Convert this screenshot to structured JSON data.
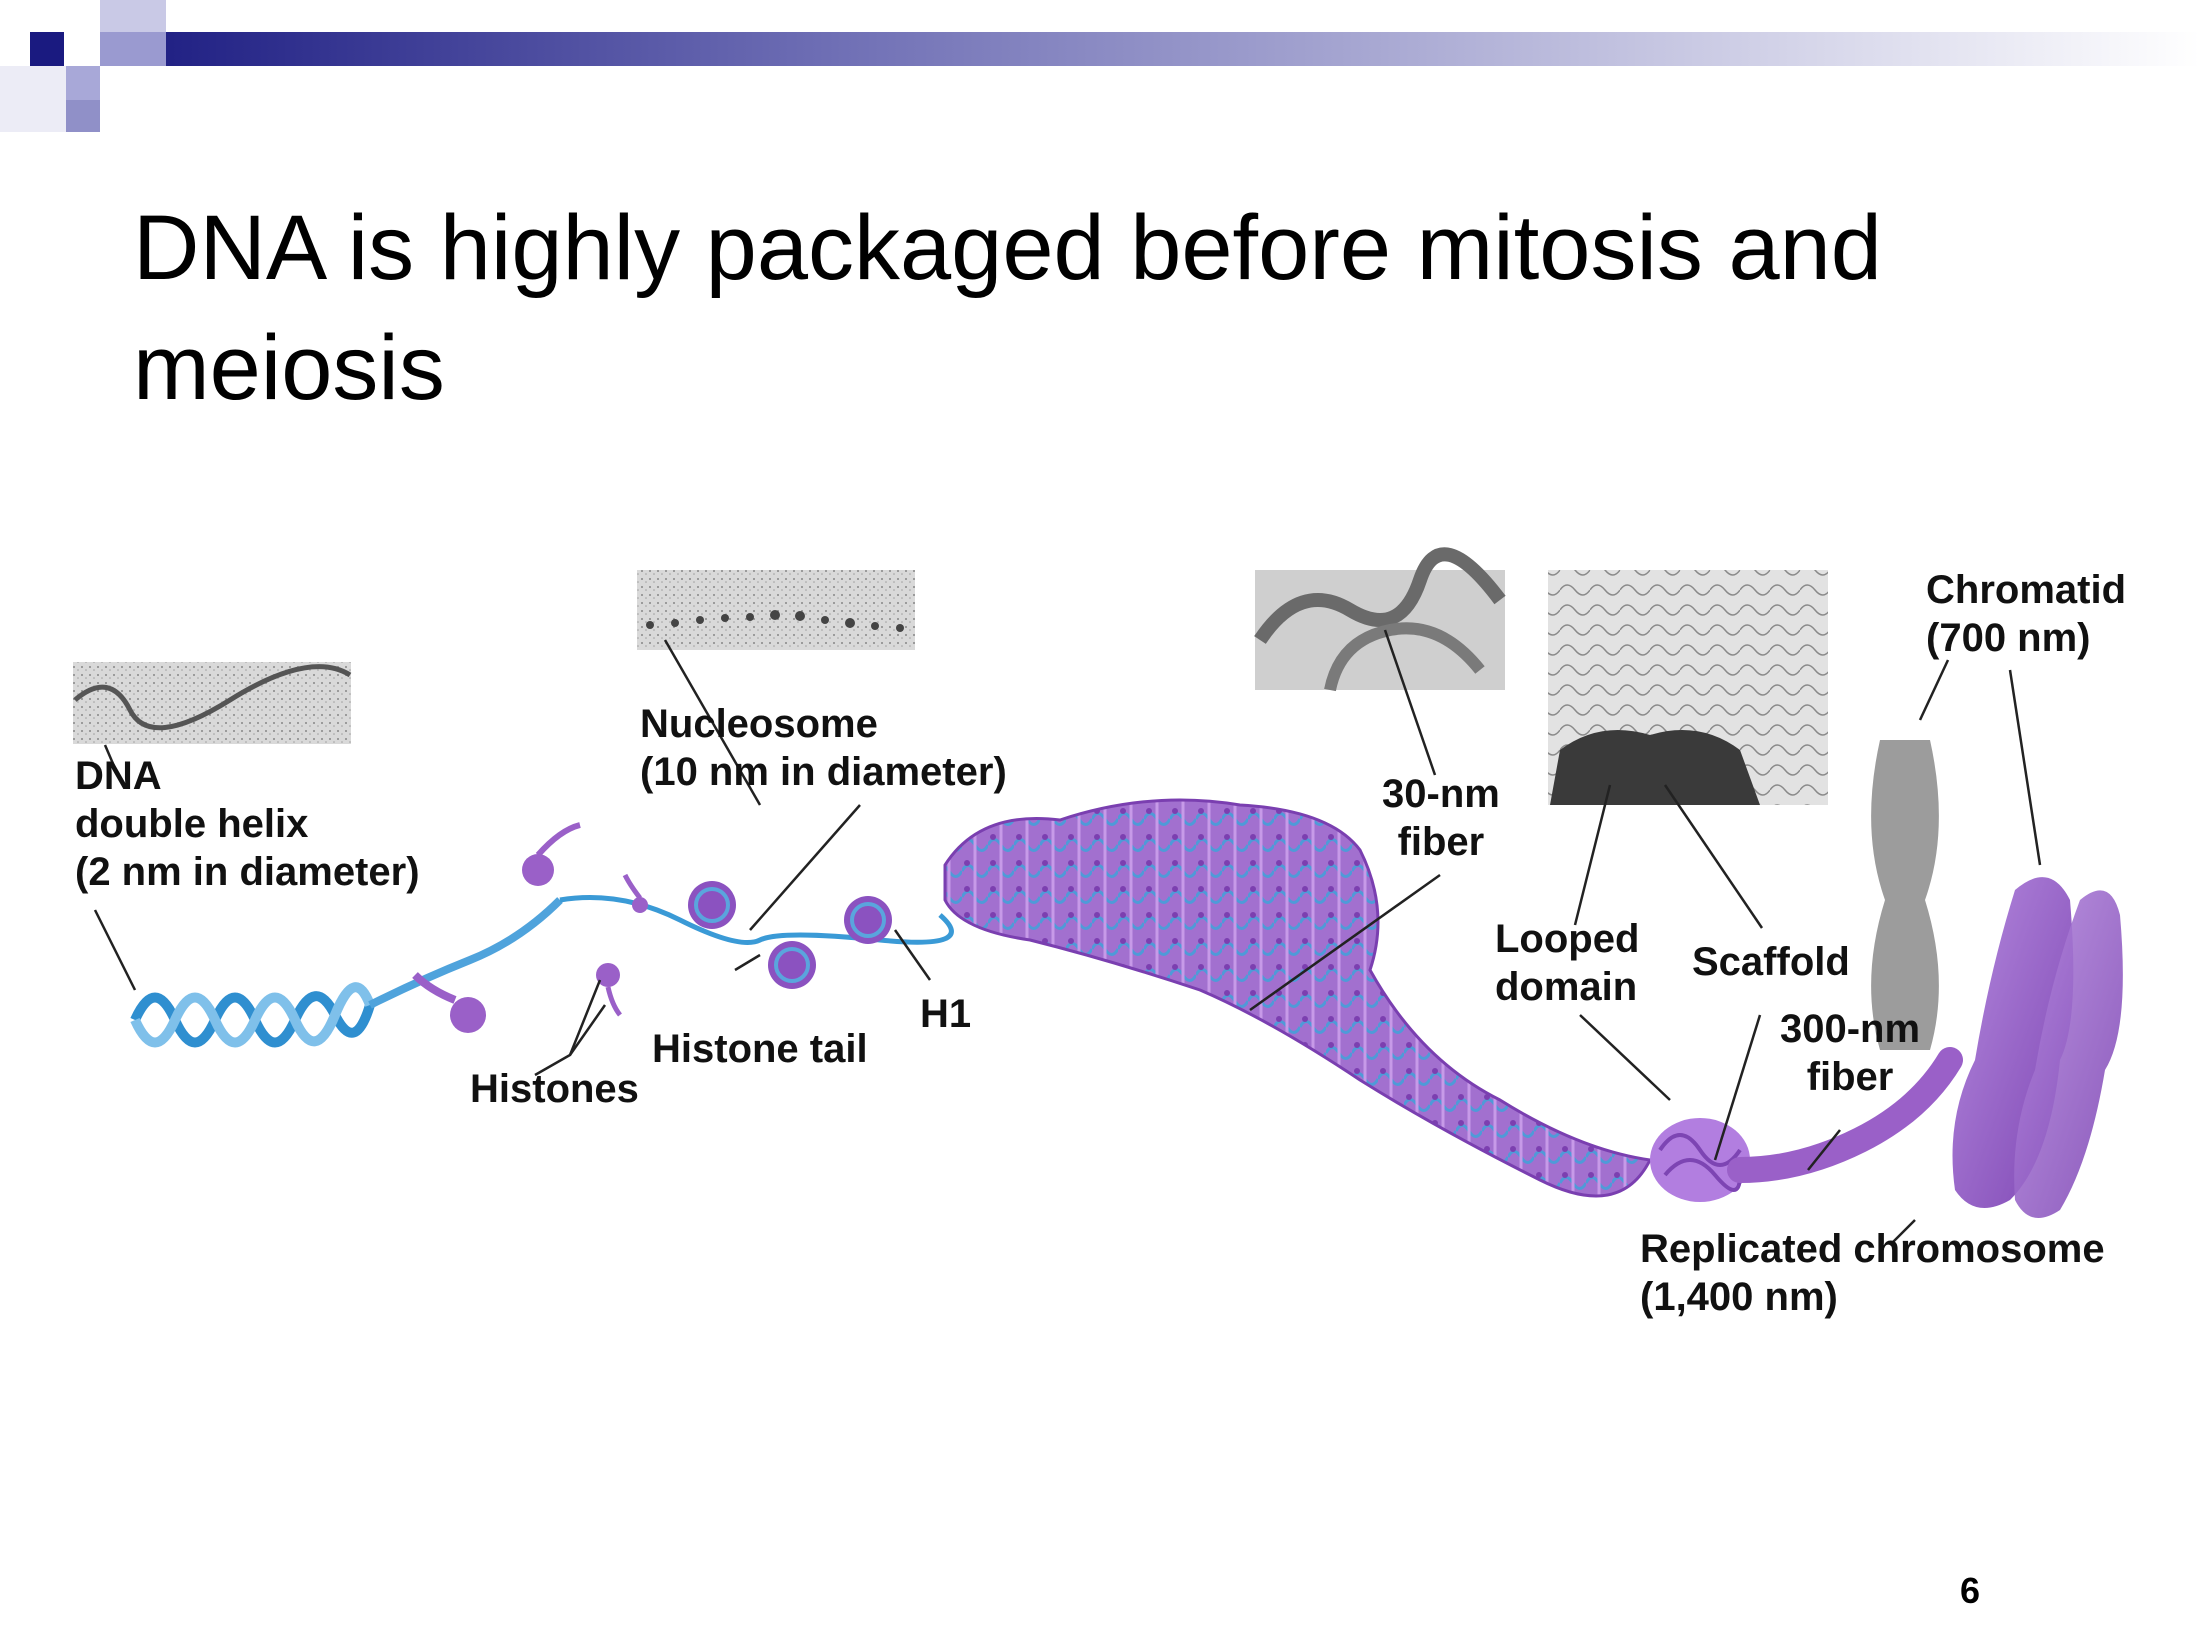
{
  "slide": {
    "title": "DNA is highly packaged before mitosis and meiosis",
    "page_number": "6"
  },
  "theme": {
    "accent_dark": "#1a1a80",
    "accent_mid": "#6f6fb5",
    "accent_light": "#b8b8e0",
    "dna_blue": "#2f8fd0",
    "chromatin_purple": "#9a60c8"
  },
  "diagram": {
    "labels": {
      "dna": "DNA",
      "dna_line2": "double helix",
      "dna_line3": "(2 nm in diameter)",
      "nucleosome": "Nucleosome",
      "nucleosome_line2": "(10 nm in diameter)",
      "histones": "Histones",
      "histone_tail": "Histone tail",
      "h1": "H1",
      "fiber30": "30-nm",
      "fiber30_line2": "fiber",
      "looped": "Looped",
      "looped_line2": "domain",
      "scaffold": "Scaffold",
      "fiber300": "300-nm",
      "fiber300_line2": "fiber",
      "chromatid": "Chromatid",
      "chromatid_line2": "(700 nm)",
      "replicated": "Replicated chromosome",
      "replicated_line2": "(1,400 nm)"
    }
  }
}
